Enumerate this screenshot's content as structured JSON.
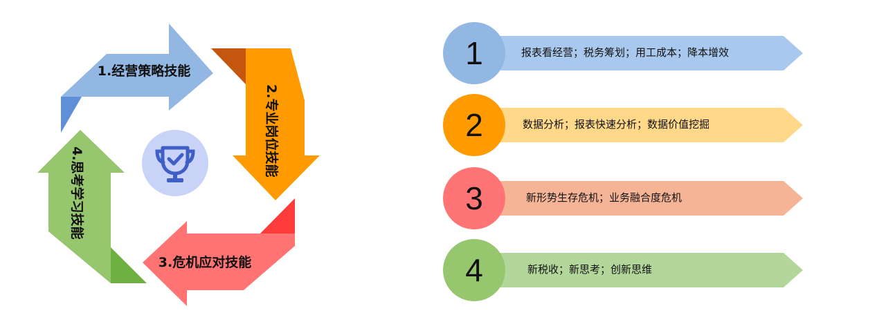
{
  "cycle": {
    "steps": [
      {
        "label": "1.经营策略技能",
        "color": "#93b7e3"
      },
      {
        "label": "2.专业岗位技能",
        "color": "#ff9a00"
      },
      {
        "label": "3.危机应对技能",
        "color": "#ff7070"
      },
      {
        "label": "4.思考学习技能",
        "color": "#96c66e"
      }
    ],
    "center_icon": "trophy-check-icon"
  },
  "list": [
    {
      "number": "1",
      "text": "报表看经营；税务筹划；用工成本；降本增效",
      "circle_color": "#93b7e3",
      "band_color": "#a9c8ed"
    },
    {
      "number": "2",
      "text": "数据分析；报表快速分析；数据价值挖掘",
      "circle_color": "#ff9a00",
      "band_color": "#ffd88a"
    },
    {
      "number": "3",
      "text": "新形势生存危机；业务融合度危机",
      "circle_color": "#ff7575",
      "band_color": "#f6b496"
    },
    {
      "number": "4",
      "text": "新税收；新思考；创新思维",
      "circle_color": "#96c66e",
      "band_color": "#b3d69a"
    }
  ]
}
